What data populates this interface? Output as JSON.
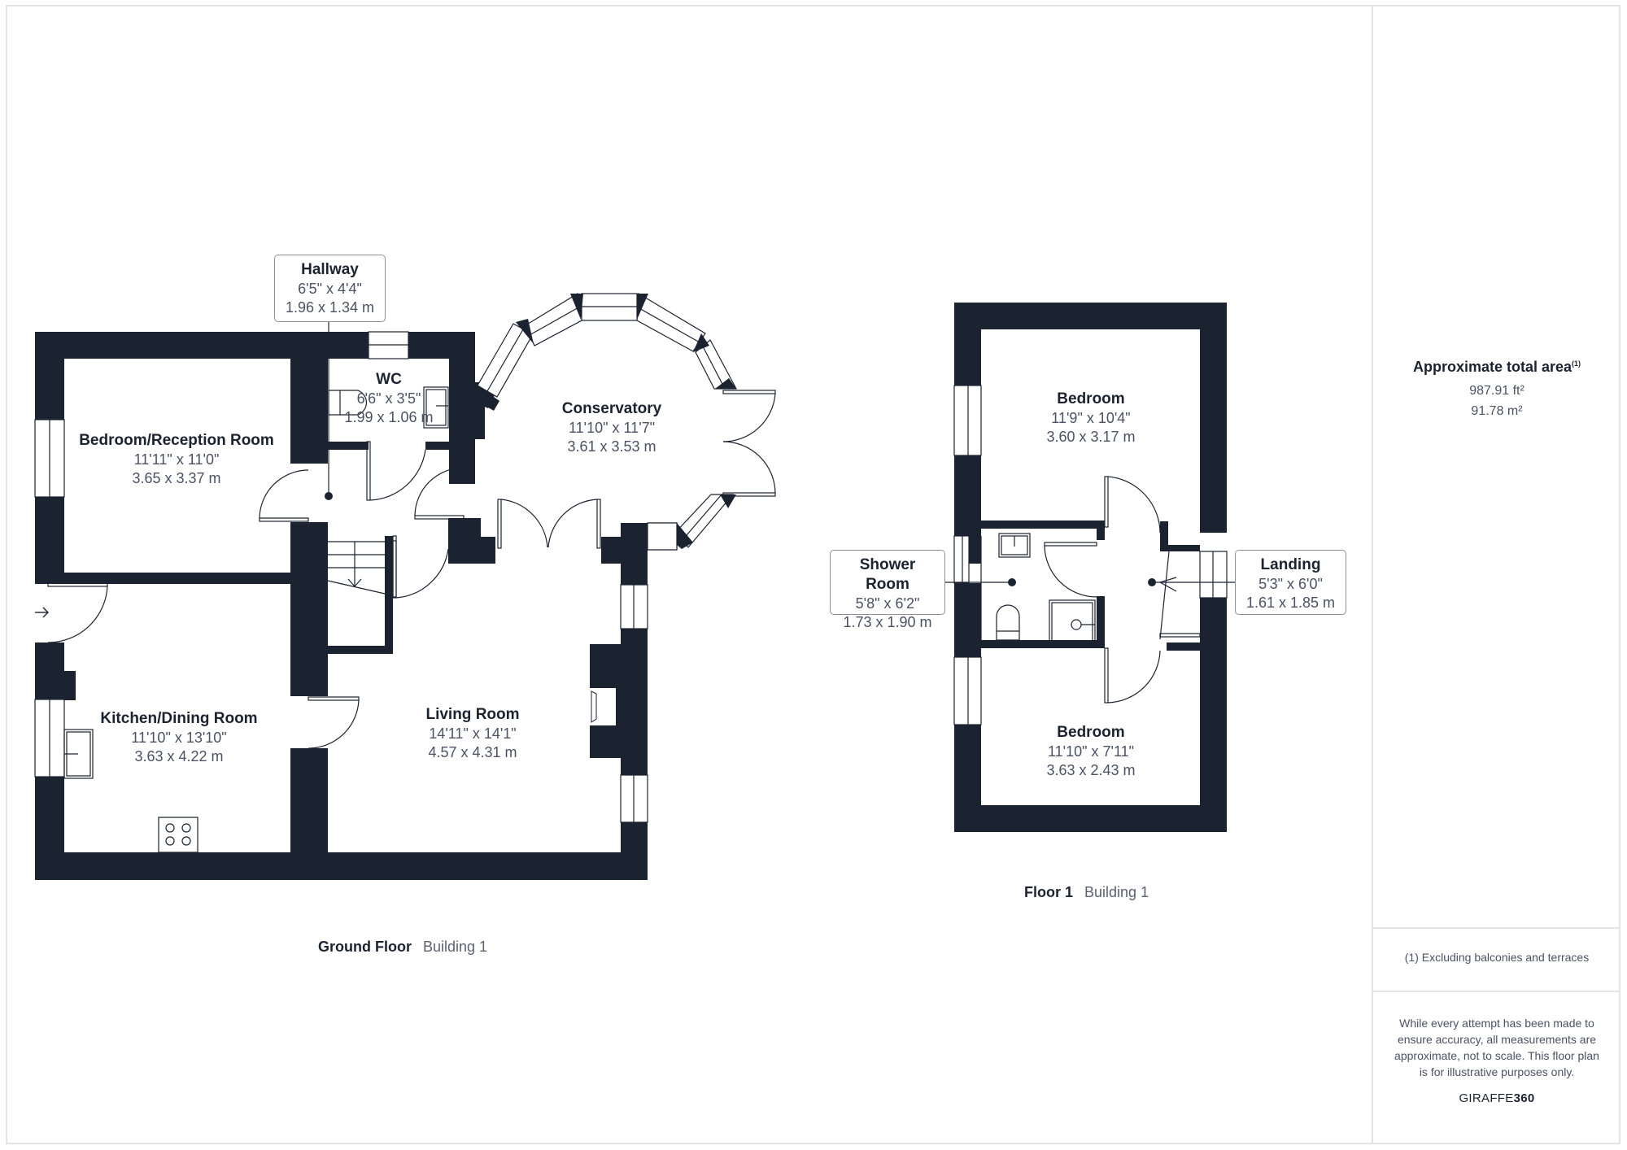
{
  "colors": {
    "wall": "#1c2330",
    "text_primary": "#1c2330",
    "text_secondary": "#4a5263",
    "border": "#e3e4e6",
    "callout_border": "#8a8f98"
  },
  "ground_floor": {
    "caption": {
      "floor": "Ground Floor",
      "building": "Building 1"
    },
    "rooms": [
      {
        "name": "Bedroom/Reception Room",
        "imperial": "11'11\" x 11'0\"",
        "metric": "3.65 x 3.37 m"
      },
      {
        "name": "WC",
        "imperial": "6'6\" x 3'5\"",
        "metric": "1.99 x 1.06 m"
      },
      {
        "name": "Conservatory",
        "imperial": "11'10\" x 11'7\"",
        "metric": "3.61 x 3.53 m"
      },
      {
        "name": "Kitchen/Dining Room",
        "imperial": "11'10\" x 13'10\"",
        "metric": "3.63 x 4.22 m"
      },
      {
        "name": "Living Room",
        "imperial": "14'11\" x 14'1\"",
        "metric": "4.57 x 4.31 m"
      }
    ],
    "callouts": [
      {
        "name": "Hallway",
        "imperial": "6'5\" x 4'4\"",
        "metric": "1.96 x 1.34 m"
      }
    ]
  },
  "first_floor": {
    "caption": {
      "floor": "Floor 1",
      "building": "Building 1"
    },
    "rooms": [
      {
        "name": "Bedroom",
        "imperial": "11'9\" x 10'4\"",
        "metric": "3.60 x 3.17 m"
      },
      {
        "name": "Bedroom",
        "imperial": "11'10\" x 7'11\"",
        "metric": "3.63 x 2.43 m"
      }
    ],
    "callouts": [
      {
        "name": "Shower Room",
        "imperial": "5'8\" x 6'2\"",
        "metric": "1.73 x 1.90 m"
      },
      {
        "name": "Landing",
        "imperial": "5'3\" x 6'0\"",
        "metric": "1.61 x 1.85 m"
      }
    ]
  },
  "sidebar": {
    "area_title": "Approximate total area",
    "area_footnote_marker": "(1)",
    "area_imperial": "987.91 ft²",
    "area_metric": "91.78 m²",
    "footnote": "(1) Excluding balconies and terraces",
    "disclaimer": "While every attempt has been made to ensure accuracy, all measurements are approximate, not to scale. This floor plan is for illustrative purposes only.",
    "brand_light": "GIRAFFE",
    "brand_bold": "360"
  },
  "icons": {
    "entrance": "entrance-arrow-icon",
    "hob": "hob-icon",
    "sink": "sink-icon",
    "toilet": "toilet-icon",
    "shower": "shower-tray-icon",
    "fireplace": "fireplace-icon",
    "stairs": "stairs-icon"
  }
}
